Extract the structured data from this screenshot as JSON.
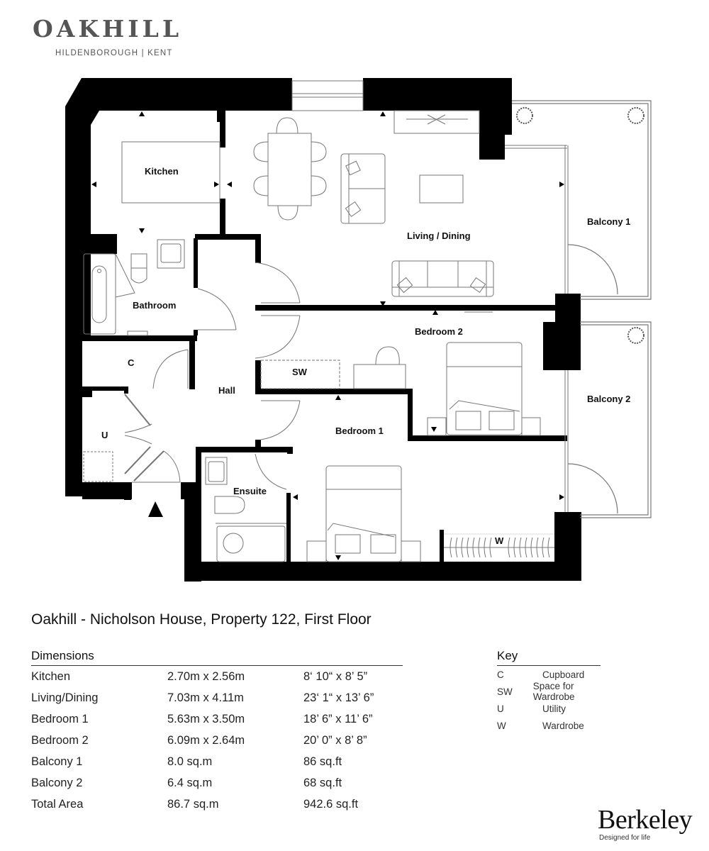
{
  "branding": {
    "development_name": "OAKHILL",
    "location": "HILDENBOROUGH | KENT",
    "developer": "Berkeley",
    "developer_tagline": "Designed for life"
  },
  "floor_plan": {
    "rooms": {
      "kitchen": "Kitchen",
      "living_dining": "Living / Dining",
      "balcony_1": "Balcony 1",
      "bathroom": "Bathroom",
      "cupboard": "C",
      "hall": "Hall",
      "space_for_wardrobe": "SW",
      "bedroom_2": "Bedroom 2",
      "balcony_2": "Balcony 2",
      "utility": "U",
      "bedroom_1": "Bedroom 1",
      "ensuite": "Ensuite",
      "wardrobe": "W"
    },
    "colors": {
      "wall": "#000000",
      "fixture_line": "#777777",
      "background": "#ffffff"
    }
  },
  "property": {
    "title": "Oakhill - Nicholson House, Property 122, First Floor"
  },
  "dimensions": {
    "heading": "Dimensions",
    "rows": [
      {
        "room": "Kitchen",
        "metric": "2.70m x 2.56m",
        "imperial": "8‘ 10“ x 8’ 5”"
      },
      {
        "room": "Living/Dining",
        "metric": "7.03m x 4.11m",
        "imperial": "23‘ 1“ x 13’ 6”"
      },
      {
        "room": "Bedroom 1",
        "metric": "5.63m x 3.50m",
        "imperial": "18’ 6” x 11’ 6”"
      },
      {
        "room": "Bedroom 2",
        "metric": "6.09m x 2.64m",
        "imperial": "20’ 0” x 8’ 8”"
      },
      {
        "room": "Balcony 1",
        "metric": "8.0 sq.m",
        "imperial": "86 sq.ft"
      },
      {
        "room": "Balcony 2",
        "metric": "6.4 sq.m",
        "imperial": "68 sq.ft"
      },
      {
        "room": "Total Area",
        "metric": "86.7 sq.m",
        "imperial": "942.6 sq.ft"
      }
    ]
  },
  "key": {
    "heading": "Key",
    "items": [
      {
        "code": "C",
        "meaning": "Cupboard"
      },
      {
        "code": "SW",
        "meaning": "Space for Wardrobe"
      },
      {
        "code": "U",
        "meaning": "Utility"
      },
      {
        "code": "W",
        "meaning": "Wardrobe"
      }
    ]
  }
}
